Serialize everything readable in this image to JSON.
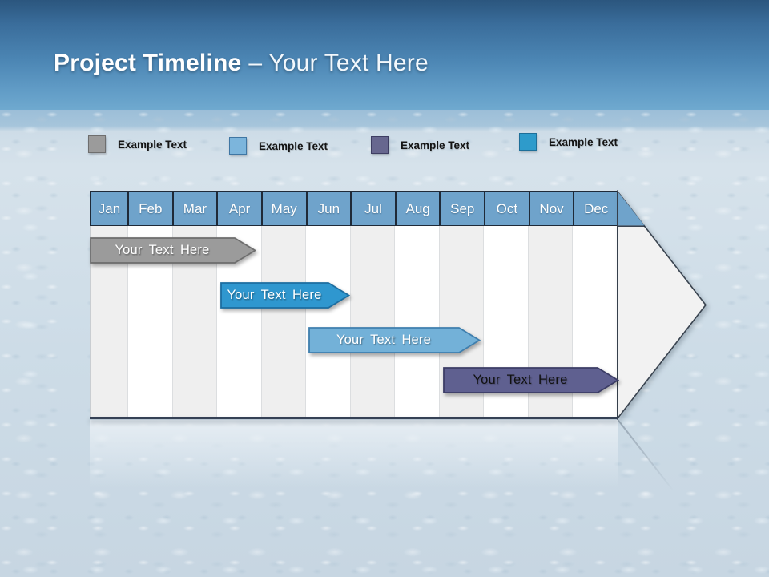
{
  "slide": {
    "title_bold": "Project Timeline",
    "title_regular": "– Your Text Here",
    "header_gradient_top": "#2b567e",
    "header_gradient_bottom": "#6fa9cf",
    "background_base": "#d2dfe9",
    "band_color": "#9dbed7"
  },
  "legend": {
    "items": [
      {
        "label": "Example Text",
        "color": "#9b9b9b",
        "border": "#6e6e6e"
      },
      {
        "label": "Example Text",
        "color": "#7cb5dc",
        "border": "#3f76a3"
      },
      {
        "label": "Example Text",
        "color": "#67678f",
        "border": "#3e3e63"
      },
      {
        "label": "Example Text",
        "color": "#2e9bcb",
        "border": "#1e6f99"
      }
    ]
  },
  "timeline": {
    "months": [
      "Jan",
      "Feb",
      "Mar",
      "Apr",
      "May",
      "Jun",
      "Jul",
      "Aug",
      "Sep",
      "Oct",
      "Nov",
      "Dec"
    ],
    "header_color": "#6fa3cb",
    "grid_color_odd": "#efefef",
    "grid_color_even": "#ffffff",
    "bars": [
      {
        "label": "Your Text Here",
        "fill": "#9b9b9b",
        "stroke": "#6d6d6d",
        "text_color": "#ffffff"
      },
      {
        "label": "Your Text Here",
        "fill": "#2f97cf",
        "stroke": "#1c6da0",
        "text_color": "#ffffff"
      },
      {
        "label": "Your Text Here",
        "fill": "#73b1d8",
        "stroke": "#3f7fae",
        "text_color": "#ffffff"
      },
      {
        "label": "Your Text Here",
        "fill": "#5f6090",
        "stroke": "#3c3d66",
        "text_color": "#111111"
      }
    ]
  }
}
